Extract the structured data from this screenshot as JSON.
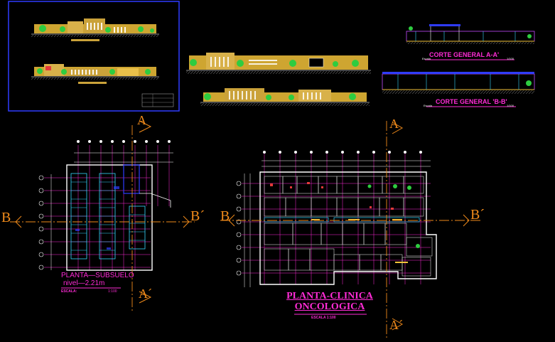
{
  "sections": {
    "corte_a": {
      "title": "CORTE GENERAL A-A'",
      "escala_label": "Escala",
      "escala_value": "1/100"
    },
    "corte_b": {
      "title": "CORTE GENERAL 'B-B'",
      "escala_label": "Escala",
      "escala_value": "1/100"
    },
    "subsuelo": {
      "title_line1": "PLANTA—SUBSUELO",
      "title_line2": "nivel—2.21m",
      "escala_label": "ESCALA:",
      "escala_value": "1:100"
    },
    "clinica": {
      "title_line1": "PLANTA-CLINICA",
      "title_line2": "ONCOLOGICA",
      "escala_text": "ESCALA 1:100"
    }
  },
  "cut_markers": {
    "A_label": "A",
    "A_prime_label": "A´",
    "B_label": "B",
    "B_prime_label": "B´"
  },
  "colors": {
    "background": "#000000",
    "title_magenta": "#ff2bd6",
    "frame_blue": "#2f3cff",
    "axis_orange": "#f08a1a",
    "facade_yellow": "#f2c23a",
    "grid_white": "#ffffff",
    "wall_cyan": "#35d7ff",
    "tree_green": "#2ecc40"
  }
}
